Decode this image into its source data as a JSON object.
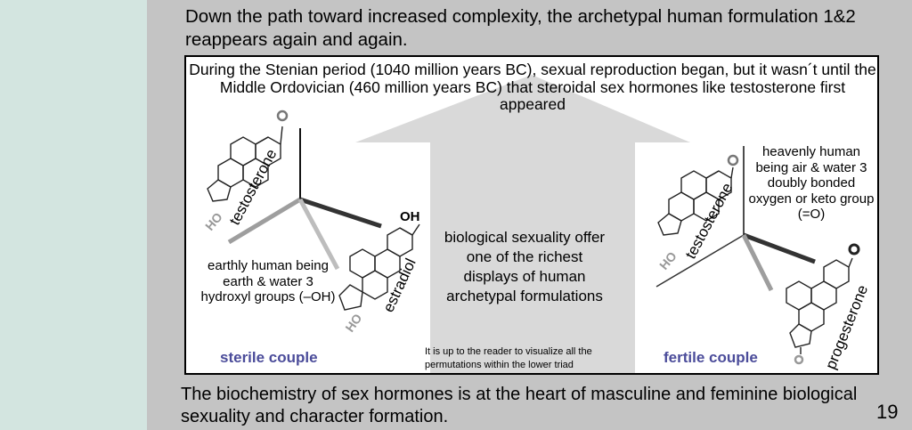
{
  "heading": "Down the path toward increased complexity, the archetypal human formulation 1&2 reappears again and again.",
  "panel": {
    "intro": "During the Stenian period (1040 million years BC), sexual reproduction began, but it wasn´t until the Middle Ordovician (460 million years BC) that steroidal sex hormones like testosterone first appeared",
    "center_text": "biological sexuality offer one of the richest displays of human archetypal formulations",
    "note": "It is up to the reader to visualize all the permutations within the lower triad",
    "left": {
      "caption": "earthly human being earth & water 3 hydroxyl groups (–OH)",
      "couple": "sterile couple",
      "molecule_a": {
        "name": "testosterone",
        "group": "HO"
      },
      "molecule_b": {
        "name": "estradiol",
        "group_top": "OH",
        "group_bottom": "HO"
      }
    },
    "right": {
      "caption": "heavenly human being air & water 3 doubly bonded oxygen or keto group (=O)",
      "couple": "fertile couple",
      "molecule_a": {
        "name": "testosterone",
        "group": "HO"
      },
      "molecule_b": {
        "name": "progesterone"
      }
    }
  },
  "bottom_text": "The biochemistry of sex hormones is at the heart of masculine and feminine biological sexuality and character formation.",
  "page_number": "19",
  "colors": {
    "couple_label": "#4b4c9a",
    "sidebar": "#d3e5e0",
    "background": "#c4c4c4"
  }
}
